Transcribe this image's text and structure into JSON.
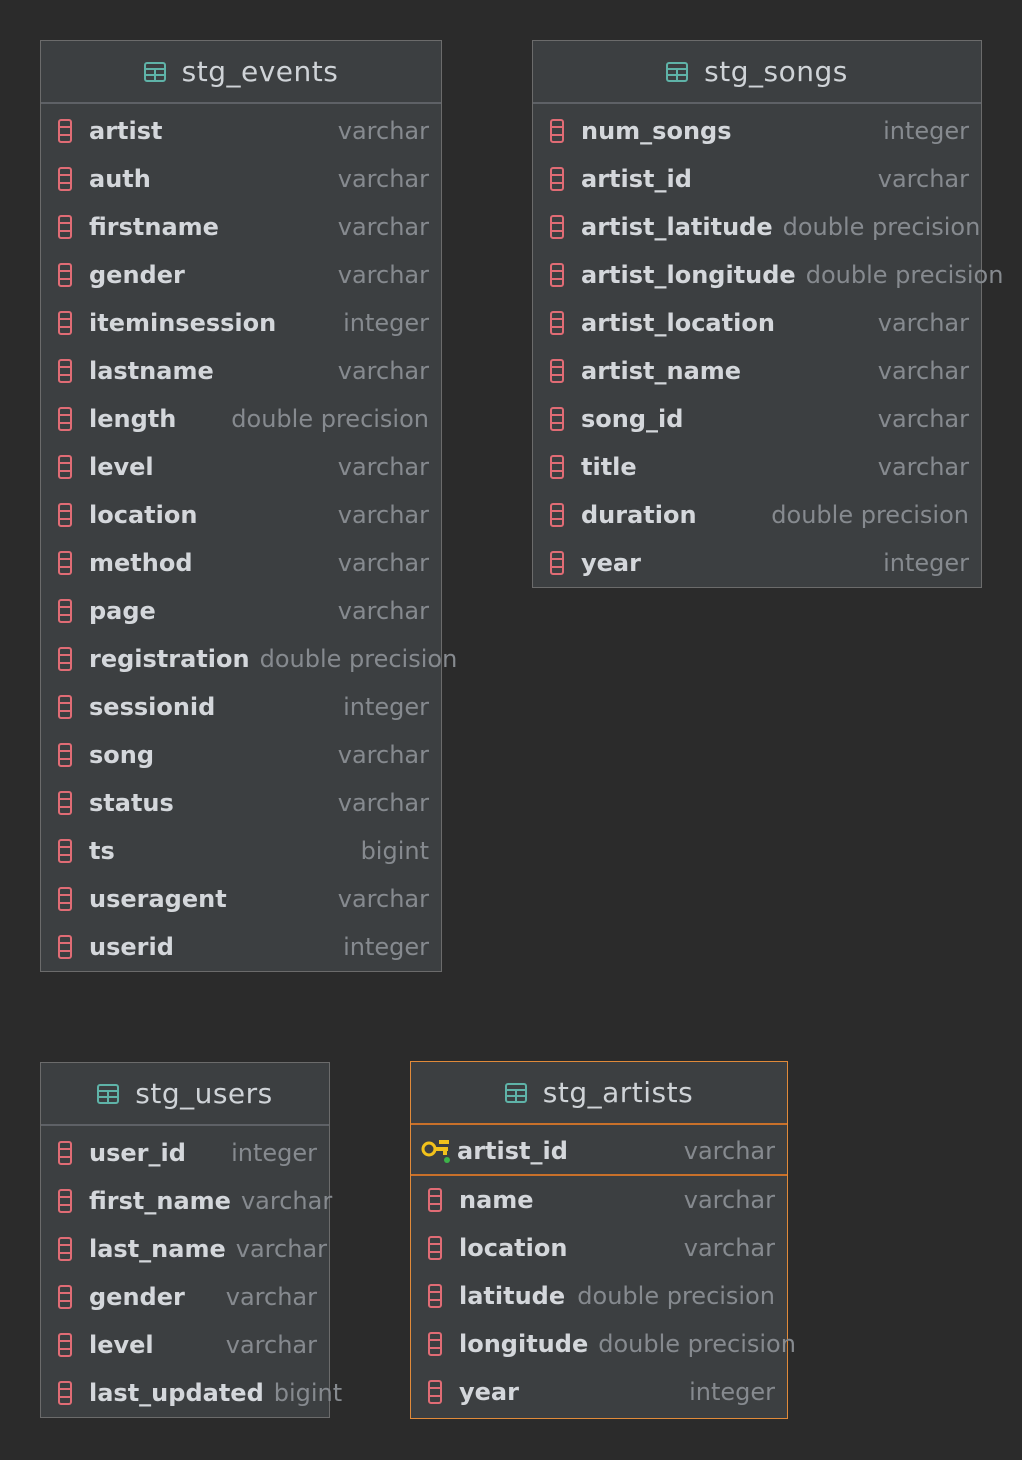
{
  "colors": {
    "background": "#2b2b2b",
    "table_fill": "#3c3f41",
    "table_border": "#6b6b6b",
    "selected_border": "#e08a3a",
    "column_icon": "#e06c75",
    "table_icon": "#5fb3a8",
    "key_icon": "#f2c21b"
  },
  "tables": [
    {
      "name": "stg_events",
      "columns": [
        {
          "name": "artist",
          "type": "varchar"
        },
        {
          "name": "auth",
          "type": "varchar"
        },
        {
          "name": "firstname",
          "type": "varchar"
        },
        {
          "name": "gender",
          "type": "varchar"
        },
        {
          "name": "iteminsession",
          "type": "integer"
        },
        {
          "name": "lastname",
          "type": "varchar"
        },
        {
          "name": "length",
          "type": "double precision"
        },
        {
          "name": "level",
          "type": "varchar"
        },
        {
          "name": "location",
          "type": "varchar"
        },
        {
          "name": "method",
          "type": "varchar"
        },
        {
          "name": "page",
          "type": "varchar"
        },
        {
          "name": "registration",
          "type": "double precision"
        },
        {
          "name": "sessionid",
          "type": "integer"
        },
        {
          "name": "song",
          "type": "varchar"
        },
        {
          "name": "status",
          "type": "varchar"
        },
        {
          "name": "ts",
          "type": "bigint"
        },
        {
          "name": "useragent",
          "type": "varchar"
        },
        {
          "name": "userid",
          "type": "integer"
        }
      ]
    },
    {
      "name": "stg_songs",
      "columns": [
        {
          "name": "num_songs",
          "type": "integer"
        },
        {
          "name": "artist_id",
          "type": "varchar"
        },
        {
          "name": "artist_latitude",
          "type": "double precision"
        },
        {
          "name": "artist_longitude",
          "type": "double precision"
        },
        {
          "name": "artist_location",
          "type": "varchar"
        },
        {
          "name": "artist_name",
          "type": "varchar"
        },
        {
          "name": "song_id",
          "type": "varchar"
        },
        {
          "name": "title",
          "type": "varchar"
        },
        {
          "name": "duration",
          "type": "double precision"
        },
        {
          "name": "year",
          "type": "integer"
        }
      ]
    },
    {
      "name": "stg_users",
      "columns": [
        {
          "name": "user_id",
          "type": "integer"
        },
        {
          "name": "first_name",
          "type": "varchar"
        },
        {
          "name": "last_name",
          "type": "varchar"
        },
        {
          "name": "gender",
          "type": "varchar"
        },
        {
          "name": "level",
          "type": "varchar"
        },
        {
          "name": "last_updated",
          "type": "bigint"
        }
      ]
    },
    {
      "name": "stg_artists",
      "selected": true,
      "primary_key": {
        "name": "artist_id",
        "type": "varchar"
      },
      "columns": [
        {
          "name": "name",
          "type": "varchar"
        },
        {
          "name": "location",
          "type": "varchar"
        },
        {
          "name": "latitude",
          "type": "double precision"
        },
        {
          "name": "longitude",
          "type": "double precision"
        },
        {
          "name": "year",
          "type": "integer"
        }
      ]
    }
  ]
}
